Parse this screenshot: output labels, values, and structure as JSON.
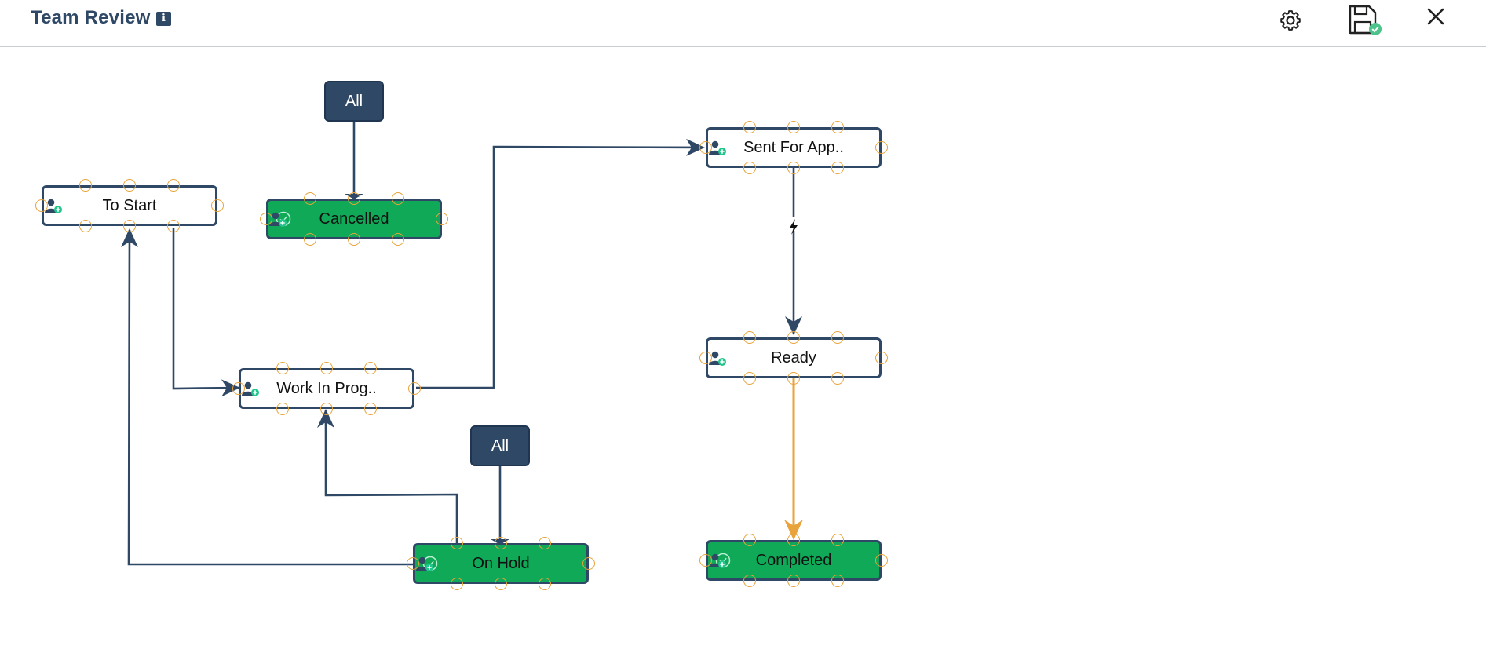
{
  "header": {
    "title": "Team Review",
    "info_badge": "i"
  },
  "colors": {
    "primary": "#2f4866",
    "final_state": "#0fa958",
    "port": "#e8a33a",
    "highlight_edge": "#e8a33a",
    "assign_accent": "#22c58b"
  },
  "icons": {
    "settings": "gear-icon",
    "save": "save-icon",
    "close": "close-icon",
    "assign": "add-user-icon",
    "complete": "check-circle-icon",
    "trigger": "lightning-icon"
  },
  "workflow": {
    "states": [
      {
        "id": "to-start",
        "label": "To Start",
        "final": false
      },
      {
        "id": "cancelled",
        "label": "Cancelled",
        "final": true
      },
      {
        "id": "work-in-progress",
        "label": "Work In Prog..",
        "final": false
      },
      {
        "id": "on-hold",
        "label": "On Hold",
        "final": true
      },
      {
        "id": "sent-for-approval",
        "label": "Sent For App..",
        "final": false
      },
      {
        "id": "ready",
        "label": "Ready",
        "final": false
      },
      {
        "id": "completed",
        "label": "Completed",
        "final": true
      }
    ],
    "all_nodes": [
      {
        "id": "all-cancelled",
        "label": "All"
      },
      {
        "id": "all-on-hold",
        "label": "All"
      }
    ]
  }
}
